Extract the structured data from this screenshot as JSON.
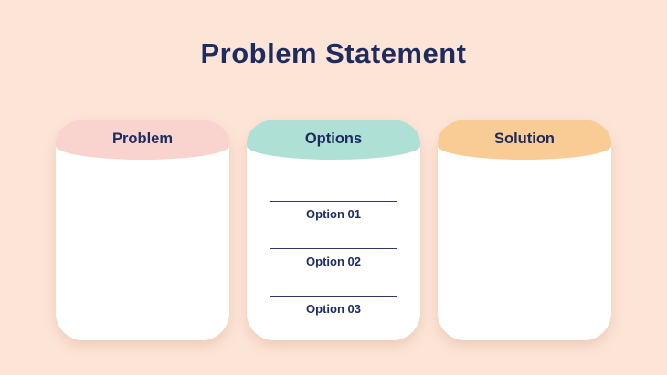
{
  "slide": {
    "title": "Problem Statement",
    "colors": {
      "background": "#fce4d6",
      "text": "#1e2b5f",
      "card_body": "#ffffff",
      "divider": "#2b3a66",
      "problem_header": "#f9d3ce",
      "options_header": "#aee0d5",
      "solution_header": "#f9cc95"
    },
    "cards": [
      {
        "key": "problem",
        "title": "Problem",
        "header_color": "#f9d3ce",
        "items": []
      },
      {
        "key": "options",
        "title": "Options",
        "header_color": "#aee0d5",
        "items": [
          "Option 01",
          "Option 02",
          "Option 03"
        ]
      },
      {
        "key": "solution",
        "title": "Solution",
        "header_color": "#f9cc95",
        "items": []
      }
    ]
  }
}
